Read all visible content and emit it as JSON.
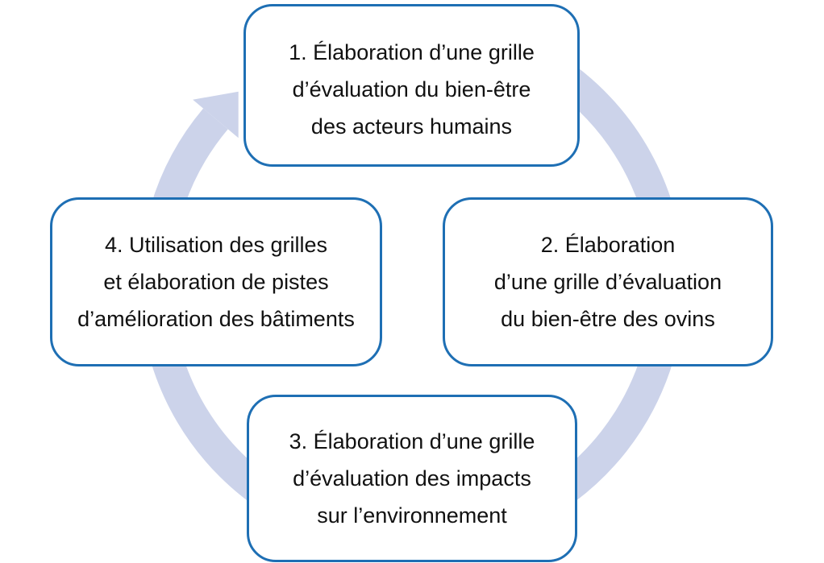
{
  "diagram": {
    "type": "cycle",
    "direction": "clockwise",
    "steps": [
      {
        "id": "1",
        "position": "top",
        "lines": [
          "1. Élaboration d’une grille",
          "d’évaluation du bien-être",
          "des acteurs humains"
        ]
      },
      {
        "id": "2",
        "position": "right",
        "lines": [
          "2. Élaboration",
          "d’une grille d’évaluation",
          "du bien-être des ovins"
        ]
      },
      {
        "id": "3",
        "position": "bottom",
        "lines": [
          "3. Élaboration d’une grille",
          "d’évaluation des impacts",
          "sur l’environnement"
        ]
      },
      {
        "id": "4",
        "position": "left",
        "lines": [
          "4. Utilisation des grilles",
          "et élaboration de pistes",
          "d’amélioration des bâtiments"
        ]
      }
    ],
    "colors": {
      "box_border": "#1E6FB4",
      "box_fill": "#FFFFFF",
      "arrow": "#CCD3EA",
      "text": "#111111",
      "background": "#FFFFFF"
    }
  }
}
